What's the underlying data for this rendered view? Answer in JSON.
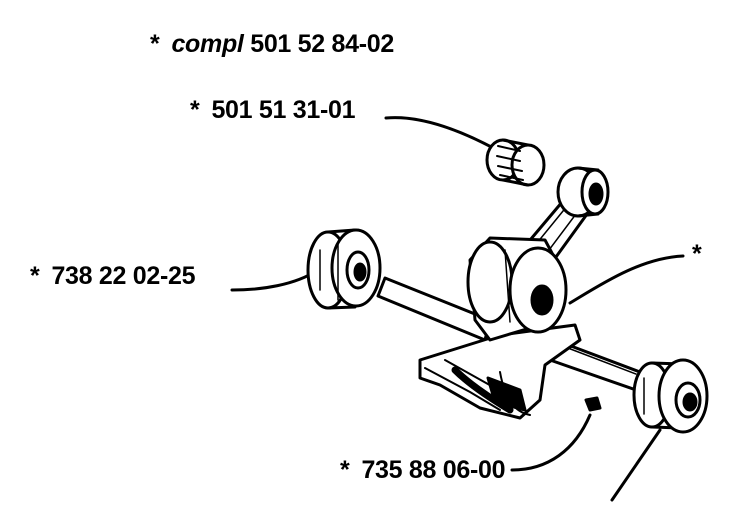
{
  "labels": {
    "assembly": {
      "star": "*",
      "prefix": "compl",
      "number": "501 52 84-02"
    },
    "needle_bearing": {
      "star": "*",
      "number": "501 51 31-01"
    },
    "left_bearing": {
      "star": "*",
      "number": "738 22 02-25"
    },
    "right_marker": {
      "star": "*"
    },
    "key": {
      "star": "*",
      "number": "735 88 06-00"
    }
  },
  "colors": {
    "ink": "#000000",
    "paper": "#ffffff"
  }
}
